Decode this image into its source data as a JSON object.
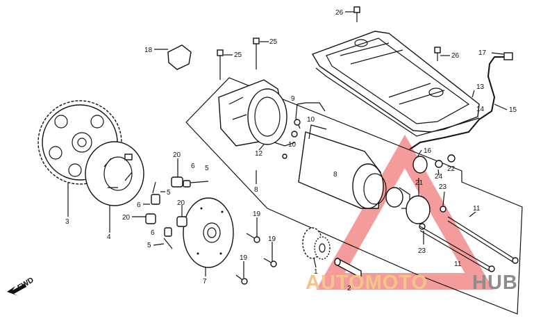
{
  "diagram": {
    "direction_label": "FWD",
    "watermark": {
      "part1": "AUTOMOTO",
      "part2": "HUB",
      "part1_color": "#f4c58a",
      "part2_color": "#8d8d8d",
      "triangle_color": "#f28b8b"
    },
    "callouts": [
      {
        "id": "c26a",
        "text": "26"
      },
      {
        "id": "c18",
        "text": "18"
      },
      {
        "id": "c25a",
        "text": "25"
      },
      {
        "id": "c25b",
        "text": "25"
      },
      {
        "id": "c26b",
        "text": "26"
      },
      {
        "id": "c17",
        "text": "17"
      },
      {
        "id": "c13",
        "text": "13"
      },
      {
        "id": "c14",
        "text": "14"
      },
      {
        "id": "c15",
        "text": "15"
      },
      {
        "id": "c9",
        "text": "9"
      },
      {
        "id": "c10a",
        "text": "10"
      },
      {
        "id": "c10b",
        "text": "10"
      },
      {
        "id": "c12",
        "text": "12"
      },
      {
        "id": "c8a",
        "text": "8"
      },
      {
        "id": "c8b",
        "text": "8"
      },
      {
        "id": "c16",
        "text": "16"
      },
      {
        "id": "c22",
        "text": "22"
      },
      {
        "id": "c21",
        "text": "21"
      },
      {
        "id": "c24",
        "text": "24"
      },
      {
        "id": "c23a",
        "text": "23"
      },
      {
        "id": "c23b",
        "text": "23"
      },
      {
        "id": "c11a",
        "text": "11"
      },
      {
        "id": "c11b",
        "text": "11"
      },
      {
        "id": "c1",
        "text": "1"
      },
      {
        "id": "c2",
        "text": "2"
      },
      {
        "id": "c3",
        "text": "3"
      },
      {
        "id": "c4",
        "text": "4"
      },
      {
        "id": "c20a",
        "text": "20"
      },
      {
        "id": "c20b",
        "text": "20"
      },
      {
        "id": "c20c",
        "text": "20"
      },
      {
        "id": "c6a",
        "text": "6"
      },
      {
        "id": "c6b",
        "text": "6"
      },
      {
        "id": "c6c",
        "text": "6"
      },
      {
        "id": "c5a",
        "text": "5"
      },
      {
        "id": "c5b",
        "text": "5"
      },
      {
        "id": "c5c",
        "text": "5"
      },
      {
        "id": "c7",
        "text": "7"
      },
      {
        "id": "c19a",
        "text": "19"
      },
      {
        "id": "c19b",
        "text": "19"
      },
      {
        "id": "c19c",
        "text": "19"
      }
    ]
  }
}
